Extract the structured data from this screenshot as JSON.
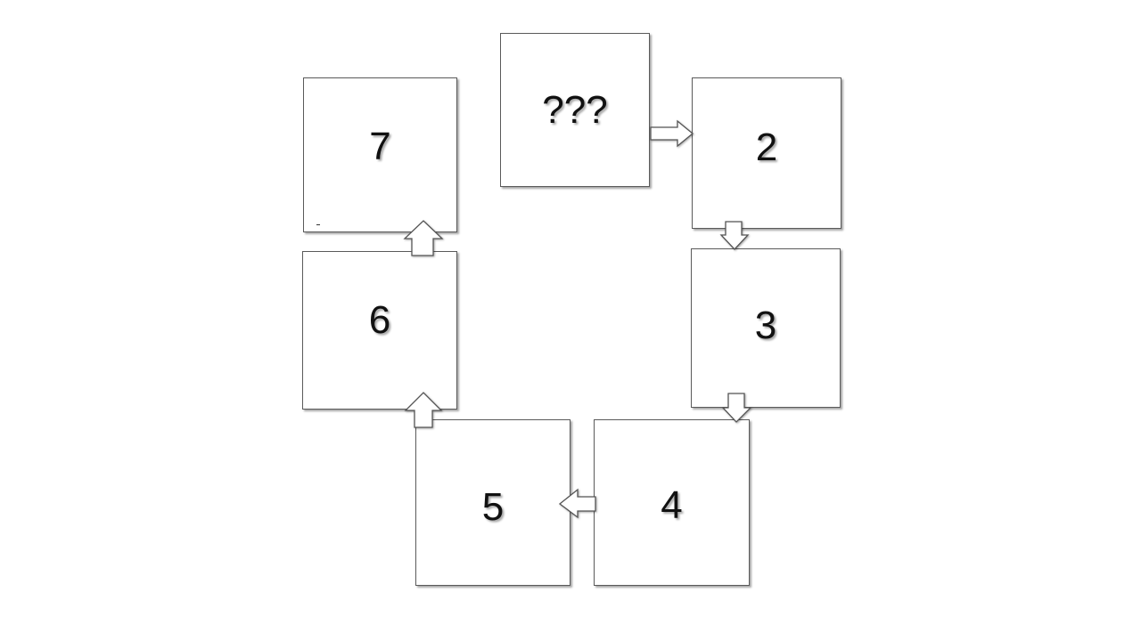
{
  "diagram": {
    "boxes": [
      {
        "id": "unknown",
        "label": "???"
      },
      {
        "id": "2",
        "label": "2"
      },
      {
        "id": "3",
        "label": "3"
      },
      {
        "id": "4",
        "label": "4"
      },
      {
        "id": "5",
        "label": "5"
      },
      {
        "id": "6",
        "label": "6"
      },
      {
        "id": "7",
        "label": "7"
      }
    ],
    "edges": [
      {
        "from": "???",
        "to": "2",
        "direction": "right"
      },
      {
        "from": "2",
        "to": "3",
        "direction": "down"
      },
      {
        "from": "3",
        "to": "4",
        "direction": "down"
      },
      {
        "from": "4",
        "to": "5",
        "direction": "left"
      },
      {
        "from": "5",
        "to": "6",
        "direction": "up"
      },
      {
        "from": "6",
        "to": "7",
        "direction": "up"
      }
    ],
    "colors": {
      "background": "#ffffff",
      "border": "#5a5a5a",
      "text": "#111111"
    }
  }
}
